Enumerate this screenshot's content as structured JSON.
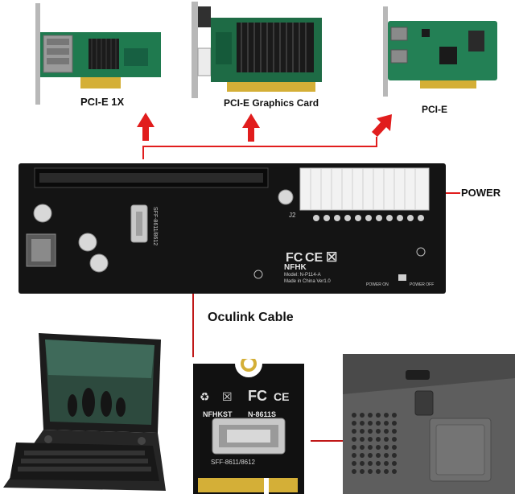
{
  "cards": {
    "pcie_1x_label": "PCI-E 1X",
    "graphics_label": "PCI-E Graphics Card",
    "pcie_label": "PCI-E"
  },
  "board": {
    "power_label": "POWER",
    "brand": "NFHK",
    "model": "Model: N-P114-A",
    "made_in": "Made in China Ver1.0",
    "power_on": "POWER ON",
    "power_off": "POWER OFF",
    "j2": "J2",
    "sff_label": "SFF-8611/8612"
  },
  "cable_label": "Oculink Cable",
  "m2_card": {
    "brand": "NFHKST",
    "model": "N-8611S",
    "sff_label": "SFF-8611/8612"
  },
  "colors": {
    "arrow_red": "#e11d1d",
    "pcb_green": "#1f7a4f",
    "board_black": "#141414"
  }
}
